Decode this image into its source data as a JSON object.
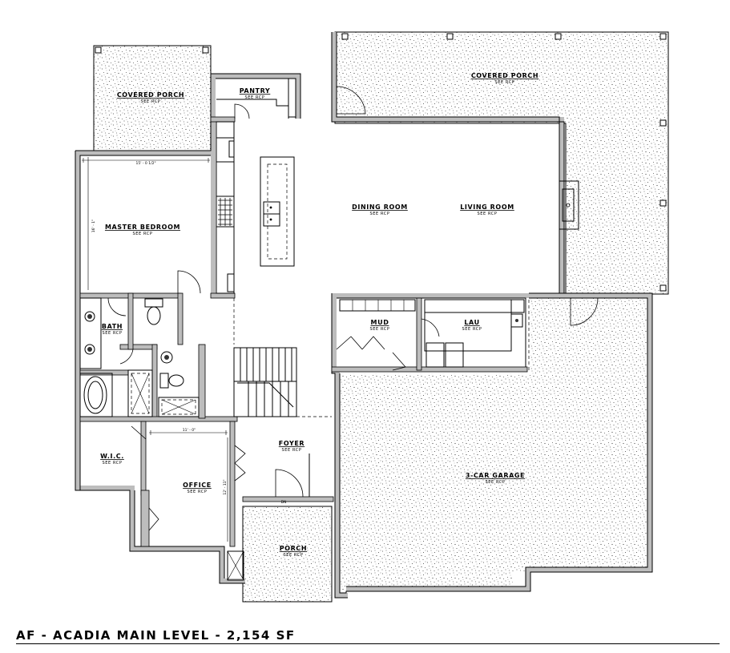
{
  "caption": "AF - ACADIA MAIN LEVEL - 2,154 SF",
  "rooms": {
    "covered_porch_left": {
      "name": "COVERED PORCH",
      "note": "SEE RCP"
    },
    "covered_porch_right": {
      "name": "COVERED PORCH",
      "note": "SEE RCP"
    },
    "pantry": {
      "name": "PANTRY",
      "note": "SEE RCP"
    },
    "master_bedroom": {
      "name": "MASTER BEDROOM",
      "note": "SEE RCP"
    },
    "dining_room": {
      "name": "DINING ROOM",
      "note": "SEE RCP"
    },
    "living_room": {
      "name": "LIVING ROOM",
      "note": "SEE RCP"
    },
    "bath": {
      "name": "BATH",
      "note": "SEE RCP"
    },
    "mud": {
      "name": "MUD",
      "note": "SEE RCP"
    },
    "lau": {
      "name": "LAU",
      "note": "SEE RCP"
    },
    "wic": {
      "name": "W.I.C.",
      "note": "SEE RCP"
    },
    "foyer": {
      "name": "FOYER",
      "note": "SEE RCP"
    },
    "office": {
      "name": "OFFICE",
      "note": "SEE RCP"
    },
    "garage": {
      "name": "3-CAR GARAGE",
      "note": "SEE RCP"
    },
    "porch": {
      "name": "PORCH",
      "note": "SEE RCP"
    }
  },
  "dimensions": {
    "master_width": "15' - 0 1/2\"",
    "master_depth": "16' - 1\"",
    "office_width": "11' - 0\"",
    "office_depth": "12' - 11\""
  },
  "annotations": {
    "step_down": "DN"
  }
}
